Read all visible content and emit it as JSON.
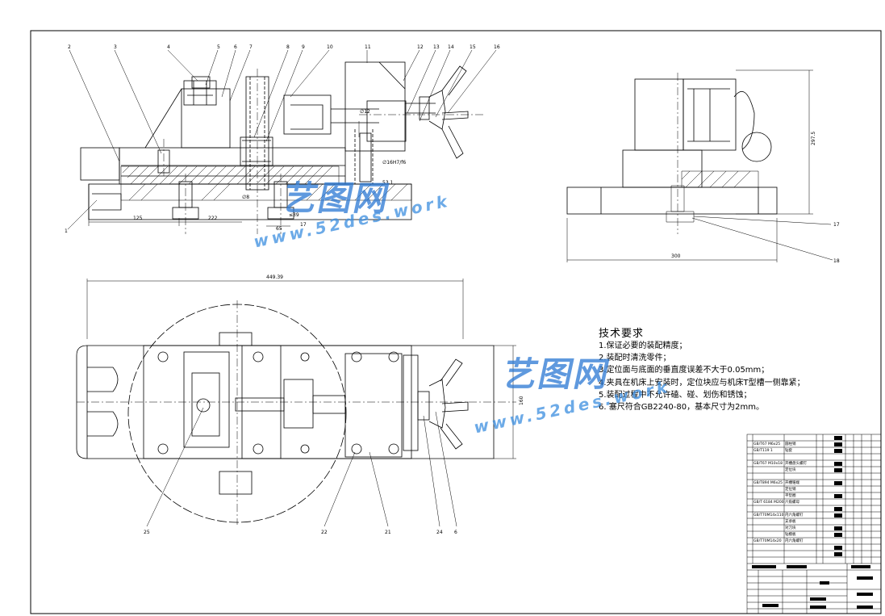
{
  "drawing": {
    "balloons_front": [
      "2",
      "3",
      "4",
      "5",
      "6",
      "7",
      "8",
      "9",
      "10",
      "11",
      "12",
      "13",
      "14",
      "15",
      "16",
      "1"
    ],
    "balloons_side": [
      "17",
      "18"
    ],
    "balloons_plan": [
      "25",
      "22",
      "21",
      "24",
      "6"
    ],
    "dimensions": {
      "front_1": "125",
      "front_2": "222",
      "front_3": "65",
      "front_4": "∅8",
      "front_5": "≤39",
      "front_6": "17",
      "front_7": "∅12",
      "front_8": "53.1",
      "front_fit": "∅16H7/f6",
      "side_height": "297.5",
      "side_width": "300",
      "plan_width": "449.39",
      "plan_height": "160"
    }
  },
  "requirements": {
    "title": "技术要求",
    "items": [
      "1.保证必要的装配精度；",
      "2.装配时清洗零件；",
      "3.定位面与底面的垂直度误差不大于0.05mm；",
      "4.夹具在机床上安装时，定位块应与机床T型槽一侧靠紧；",
      "5.装配过程中不允许磕、碰、划伤和锈蚀；",
      "6. 塞尺符合GB2240-80，基本尺寸为2mm。"
    ]
  },
  "bom": {
    "rows": [
      {
        "code": "GB/T67 M6x25",
        "name": "圆柱销"
      },
      {
        "code": "GB/T119 1",
        "name": "钻套"
      },
      {
        "code": "",
        "name": ""
      },
      {
        "code": "GB/T67 M10x18",
        "name": "开槽盘头螺钉"
      },
      {
        "code": "",
        "name": "定位块"
      },
      {
        "code": "",
        "name": ""
      },
      {
        "code": "GB/T894 M6x25",
        "name": "开槽锥端"
      },
      {
        "code": "",
        "name": "定位销"
      },
      {
        "code": "",
        "name": "平垫圈"
      },
      {
        "code": "GB/T 6184 M200",
        "name": "六角螺母"
      },
      {
        "code": "",
        "name": ""
      },
      {
        "code": "GB/T70M14x110",
        "name": "内六角螺钉"
      },
      {
        "code": "",
        "name": "支承板"
      },
      {
        "code": "",
        "name": "对刀块"
      },
      {
        "code": "",
        "name": "钻模板"
      },
      {
        "code": "GB/T70M14x20",
        "name": "内六角螺钉"
      }
    ]
  },
  "watermarks": [
    {
      "cn": "艺图网",
      "url": "www.52des.work"
    },
    {
      "cn": "艺图网",
      "url": "www.52des.work"
    }
  ]
}
